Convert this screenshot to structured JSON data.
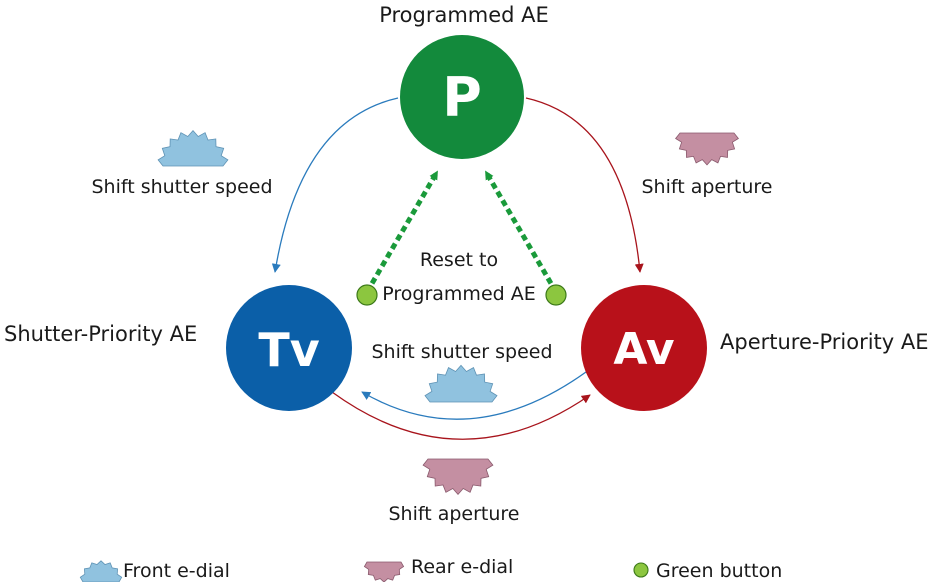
{
  "nodes": {
    "p": {
      "letter": "P",
      "title": "Programmed AE",
      "color": "#138a3c"
    },
    "tv": {
      "letter": "Tv",
      "title": "Shutter-Priority AE",
      "color": "#0b5fa8"
    },
    "av": {
      "letter": "Av",
      "title": "Aperture-Priority AE",
      "color": "#b8111a"
    }
  },
  "edges": {
    "p_to_tv": {
      "label": "Shift shutter speed",
      "dial": "front-e-dial"
    },
    "p_to_av": {
      "label": "Shift aperture",
      "dial": "rear-e-dial"
    },
    "av_to_tv": {
      "label": "Shift shutter speed",
      "dial": "front-e-dial"
    },
    "tv_to_av": {
      "label": "Shift aperture",
      "dial": "rear-e-dial"
    },
    "reset": {
      "line1": "Reset to",
      "line2": "Programmed AE",
      "trigger": "green-button"
    }
  },
  "legend": {
    "front": "Front e-dial",
    "rear": "Rear e-dial",
    "green": "Green button"
  },
  "colors": {
    "blue_arrow": "#2a7bbd",
    "red_arrow": "#a8141c",
    "green_dash": "#1a9a3a",
    "green_button": "#8cc63f",
    "front_dial": "#90c2df",
    "rear_dial": "#c48fa2"
  }
}
